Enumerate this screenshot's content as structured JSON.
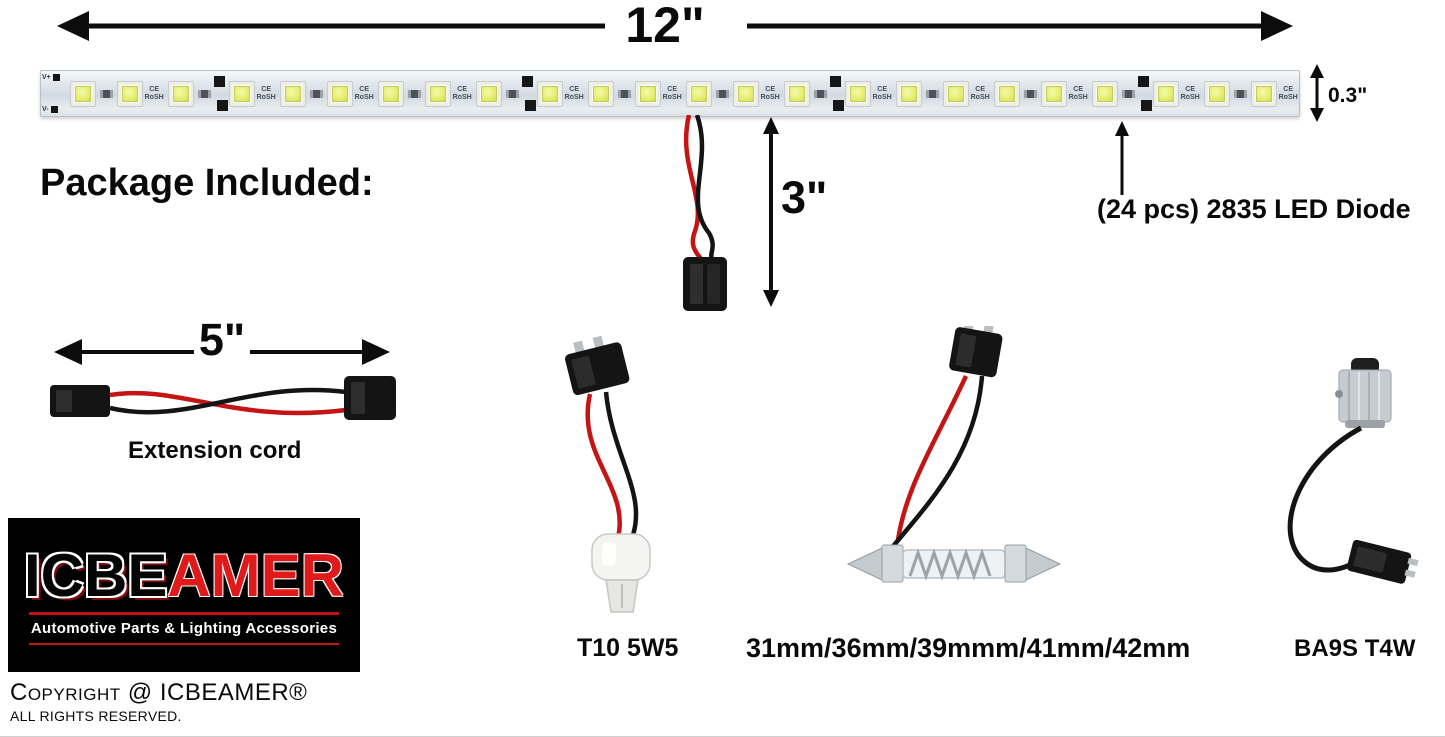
{
  "dimensions": {
    "strip_length": "12\"",
    "strip_width": "0.3\"",
    "drop_wire_length": "3\"",
    "extension_cord_length": "5\""
  },
  "headings": {
    "package_included": "Package Included:"
  },
  "strip": {
    "led_count": 24,
    "diode_note": "(24 pcs) 2835 LED Diode",
    "marking_ce": "CE",
    "marking_rosh": "RoSH",
    "terminal_positive": "V+",
    "terminal_negative": "V-"
  },
  "accessories": {
    "extension_cord_label": "Extension cord",
    "t10_label": "T10 5W5",
    "festoon_label": "31mm/36mm/39mmm/41mm/42mm",
    "ba9s_label": "BA9S T4W"
  },
  "logo": {
    "brand_left": "ICBE",
    "brand_right": "AMER",
    "tagline": "Automotive Parts & Lighting Accessories"
  },
  "footer": {
    "copyright": "Copyright @ ICBEAMER®",
    "rights": "ALL RIGHTS RESERVED."
  },
  "colors": {
    "wire_red": "#c41414",
    "wire_black": "#141414",
    "led_chip_yellow": "#e2ec6c",
    "logo_red": "#d81f1f",
    "arrow_black": "#0c0c0c"
  }
}
